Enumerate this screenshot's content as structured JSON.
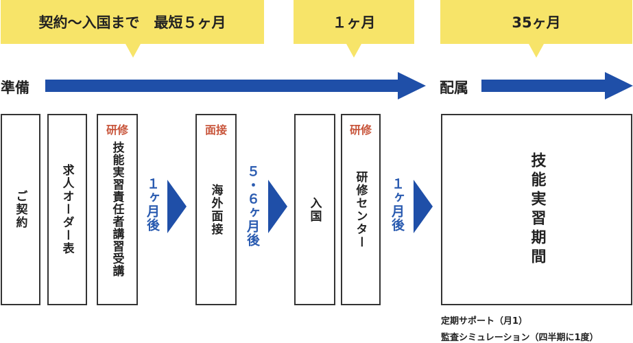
{
  "callouts": {
    "prep": "契約〜入国まで　最短５ヶ月",
    "entry": "１ヶ月",
    "assign": "35ヶ月"
  },
  "phases": {
    "prep": "準備",
    "assign": "配属"
  },
  "steps": {
    "contract": "ご契約",
    "job_order": "求人オーダー表",
    "training1_tag": "研修",
    "training1": "技能実習責任者講習受講",
    "interview_tag": "面接",
    "interview": "海外面接",
    "entry": "入国",
    "training2_tag": "研修",
    "training2": "研修センター",
    "practice": "技能実習期間"
  },
  "intervals": {
    "after_training1": "１ヶ月後",
    "after_interview": "５・６ヶ月後",
    "after_training2": "１ヶ月後"
  },
  "notes": {
    "line1": "定期サポート（月1）",
    "line2": "監査シミュレーション（四半期に1度）"
  },
  "colors": {
    "callout": "#f7e469",
    "arrow": "#1f4fa8",
    "tag": "#c8553b",
    "interval": "#2a5bb0"
  }
}
